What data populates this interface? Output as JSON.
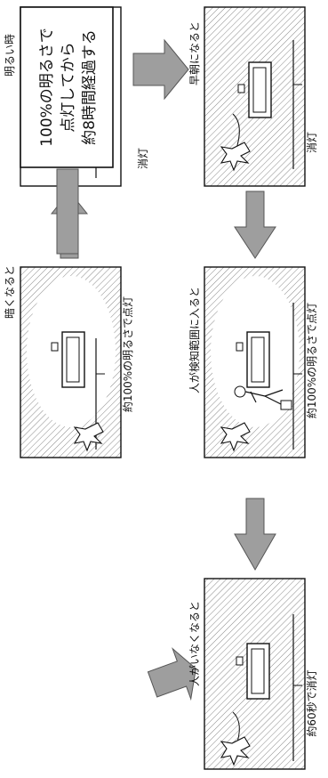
{
  "diagram": {
    "panels": {
      "bright": {
        "caption": "明るい時"
      },
      "dark": {
        "caption": "暗くなると",
        "result": "約100%の明るさで点灯"
      },
      "morning": {
        "caption": "早朝になると",
        "result": "消灯"
      },
      "detected": {
        "caption": "人が検知範囲に入ると",
        "result": "約100%の明るさで点灯"
      },
      "left": {
        "caption": "人がいなくなると",
        "result": "約60秒で消灯"
      }
    },
    "bright_result": "消灯",
    "note": {
      "lines": [
        "100%の明るさで",
        "点灯してから",
        "約8時間経過する"
      ]
    }
  }
}
